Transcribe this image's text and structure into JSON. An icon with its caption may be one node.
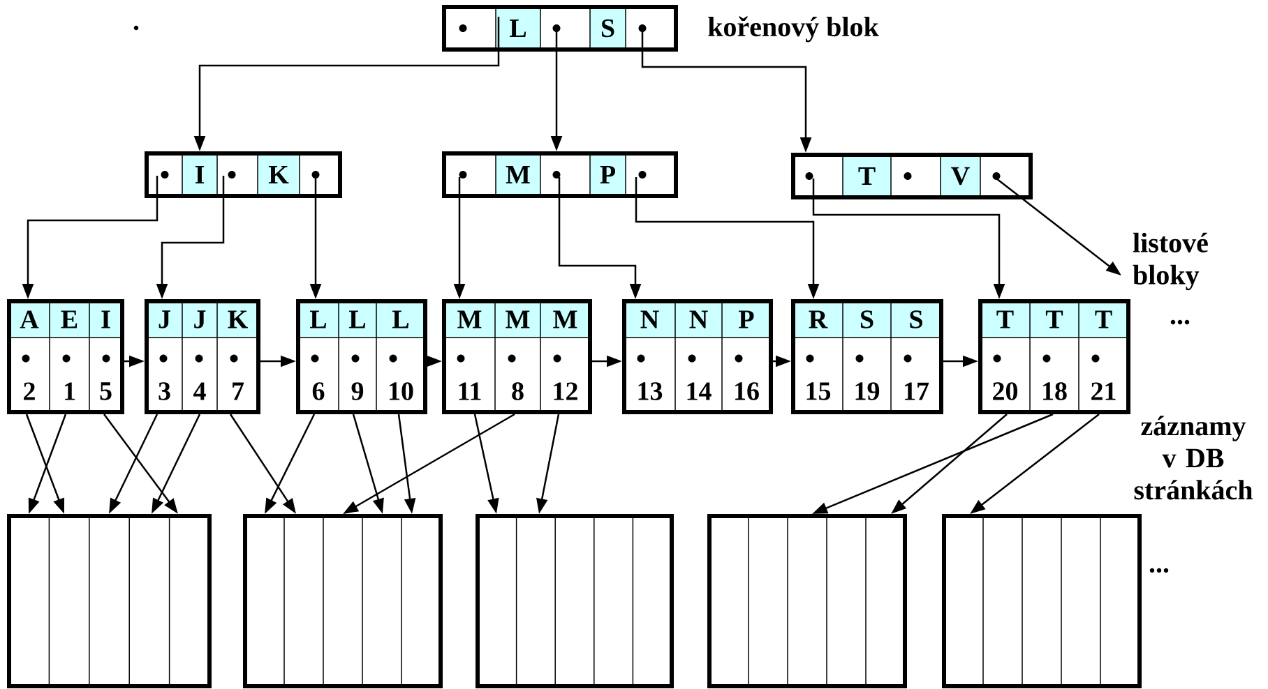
{
  "diagram": {
    "nodes": [
      {
        "text": [
          "L",
          "S"
        ],
        "beside": [
          "kořenový blok"
        ]
      },
      {
        "text": [
          "I",
          "K"
        ]
      },
      {
        "text": [
          "M",
          "P"
        ]
      },
      {
        "text": [
          "T",
          "V"
        ]
      },
      {
        "text": [
          "listové bloky"
        ]
      },
      {
        "text": [
          "A",
          "E",
          "I",
          "2",
          "1",
          "5"
        ]
      },
      {
        "text": [
          "J",
          "J",
          "K",
          "3",
          "4",
          "7"
        ]
      },
      {
        "text": [
          "L",
          "L",
          "L",
          "6",
          "9",
          "10"
        ]
      },
      {
        "text": [
          "M",
          "M",
          "M",
          "11",
          "8",
          "12"
        ]
      },
      {
        "text": [
          "N",
          "N",
          "P",
          "13",
          "14",
          "16"
        ]
      },
      {
        "text": [
          "R",
          "S",
          "S",
          "15",
          "19",
          "17"
        ]
      },
      {
        "text": [
          "T",
          "T",
          "T",
          "20",
          "18",
          "21"
        ],
        "beside": [
          "..."
        ]
      },
      {
        "text": [],
        "shape": "box"
      },
      {
        "text": [],
        "shape": "box"
      },
      {
        "text": [],
        "shape": "box"
      },
      {
        "text": [],
        "shape": "box"
      },
      {
        "text": [],
        "shape": "box",
        "beside": [
          "..."
        ]
      }
    ],
    "edges": [
      {
        "from": 0,
        "to": 1,
        "arrow": "to"
      },
      {
        "from": 0,
        "to": 2,
        "arrow": "to"
      },
      {
        "from": 0,
        "to": 3,
        "arrow": "to"
      },
      {
        "from": 1,
        "to": 5,
        "arrow": "to"
      },
      {
        "from": 1,
        "to": 6,
        "arrow": "to"
      },
      {
        "from": 1,
        "to": 7,
        "arrow": "to"
      },
      {
        "from": 2,
        "to": 8,
        "arrow": "to"
      },
      {
        "from": 2,
        "to": 9,
        "arrow": "to"
      },
      {
        "from": 2,
        "to": 10,
        "arrow": "to"
      },
      {
        "from": 3,
        "to": 11,
        "arrow": "to"
      },
      {
        "from": 3,
        "to": 4,
        "arrow": "to"
      },
      {
        "from": 5,
        "to": 6,
        "arrow": "to"
      },
      {
        "from": 6,
        "to": 7,
        "arrow": "to"
      },
      {
        "from": 7,
        "to": 8,
        "arrow": "to"
      },
      {
        "from": 8,
        "to": 9,
        "arrow": "to"
      },
      {
        "from": 9,
        "to": 10,
        "arrow": "to"
      },
      {
        "from": 10,
        "to": 11,
        "arrow": "to"
      },
      {
        "from": 5,
        "to": 12,
        "arrow": "to"
      },
      {
        "from": 5,
        "to": 12,
        "arrow": "to"
      },
      {
        "from": 5,
        "to": 12,
        "arrow": "to"
      },
      {
        "from": 6,
        "to": 12,
        "arrow": "to"
      },
      {
        "from": 6,
        "to": 12,
        "arrow": "to"
      },
      {
        "from": 6,
        "to": 13,
        "arrow": "to"
      },
      {
        "from": 7,
        "to": 13,
        "arrow": "to"
      },
      {
        "from": 7,
        "to": 13,
        "arrow": "to"
      },
      {
        "from": 7,
        "to": 13,
        "arrow": "to"
      },
      {
        "from": 8,
        "to": 14,
        "arrow": "to"
      },
      {
        "from": 8,
        "to": 13,
        "arrow": "to"
      },
      {
        "from": 8,
        "to": 14,
        "arrow": "to"
      },
      {
        "from": 11,
        "to": 15,
        "arrow": "to"
      },
      {
        "from": 11,
        "to": 15,
        "arrow": "to"
      },
      {
        "from": 11,
        "to": 16,
        "arrow": "to"
      }
    ],
    "labels": [
      ".",
      "záznamy v DB stránkách"
    ]
  }
}
